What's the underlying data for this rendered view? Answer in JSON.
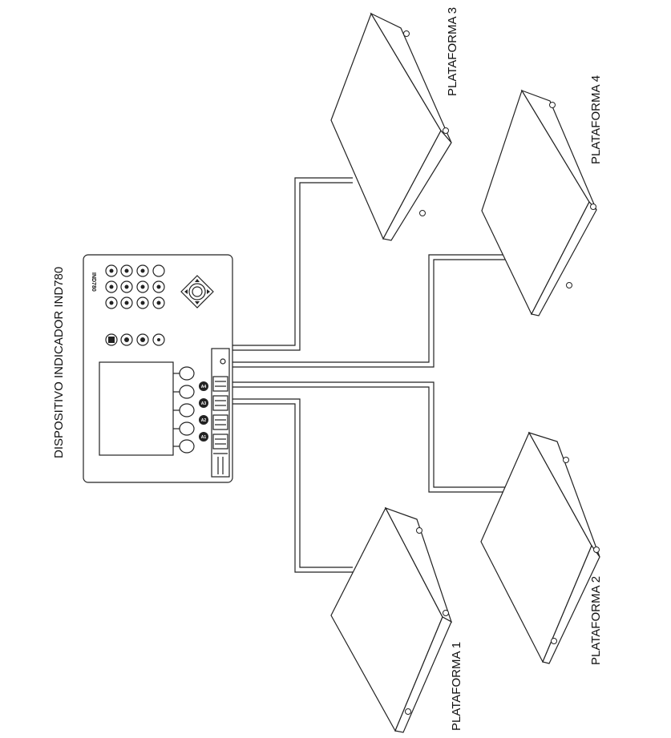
{
  "indicator": {
    "label": "DISPOSITIVO INDICADOR IND780",
    "model": "IND780",
    "softkeys": [
      "A1",
      "A2",
      "A3",
      "A4"
    ]
  },
  "platforms": [
    {
      "label": "PLATAFORMA 1"
    },
    {
      "label": "PLATAFORMA 2"
    },
    {
      "label": "PLATAFORMA 3"
    },
    {
      "label": "PLATAFORMA 4"
    }
  ]
}
